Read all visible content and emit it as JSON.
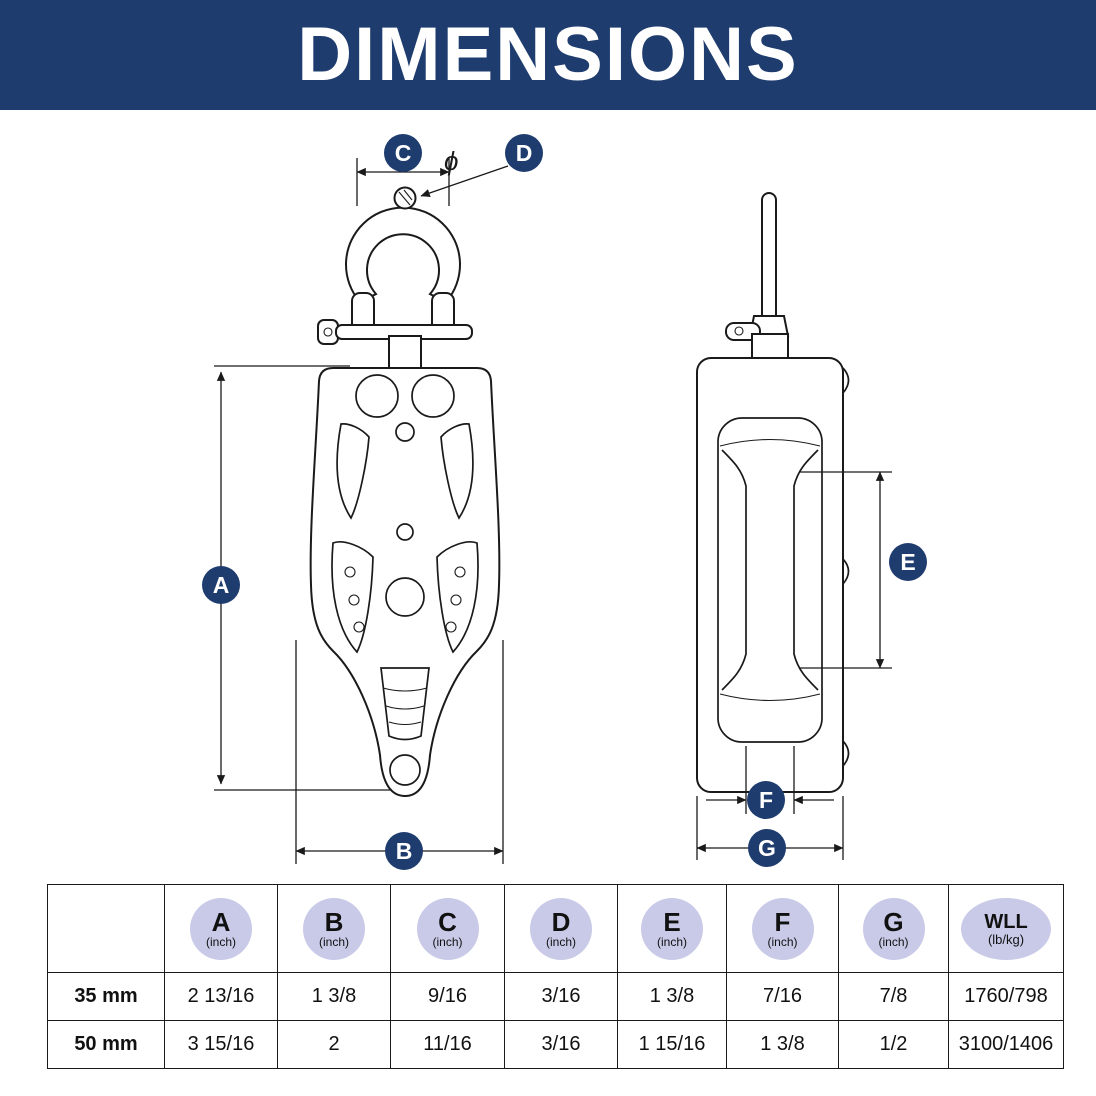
{
  "colors": {
    "navy": "#1e3c6e",
    "lavender": "#c8cae8",
    "line": "#1a1a1a",
    "bg": "#ffffff"
  },
  "header": {
    "title": "DIMENSIONS"
  },
  "diagram": {
    "labels": {
      "A": "A",
      "B": "B",
      "C": "C",
      "D": "D",
      "E": "E",
      "F": "F",
      "G": "G"
    },
    "phi_symbol": "ϕ"
  },
  "table": {
    "columns": [
      {
        "letter": "",
        "unit": ""
      },
      {
        "letter": "A",
        "unit": "(inch)"
      },
      {
        "letter": "B",
        "unit": "(inch)"
      },
      {
        "letter": "C",
        "unit": "(inch)"
      },
      {
        "letter": "D",
        "unit": "(inch)"
      },
      {
        "letter": "E",
        "unit": "(inch)"
      },
      {
        "letter": "F",
        "unit": "(inch)"
      },
      {
        "letter": "G",
        "unit": "(inch)"
      },
      {
        "letter": "WLL",
        "unit": "(lb/kg)"
      }
    ],
    "rows": [
      {
        "size": "35 mm",
        "values": [
          "2 13/16",
          "1 3/8",
          "9/16",
          "3/16",
          "1 3/8",
          "7/16",
          "7/8",
          "1760/798"
        ]
      },
      {
        "size": "50 mm",
        "values": [
          "3 15/16",
          "2",
          "11/16",
          "3/16",
          "1 15/16",
          "1 3/8",
          "1/2",
          "3100/1406"
        ]
      }
    ]
  }
}
